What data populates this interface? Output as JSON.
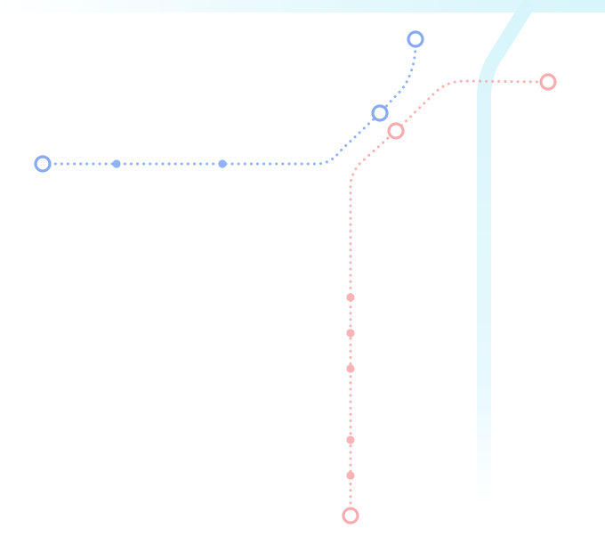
{
  "map": {
    "colors": {
      "river": "#d7f5fb",
      "blue_line": "#8fb2f7",
      "blue_station_ring": "#88aaf5",
      "pink_line": "#f7b3b6",
      "pink_station_ring": "#f6adb0",
      "background": "#ffffff"
    },
    "lines": [
      {
        "id": "blue",
        "style": "dotted",
        "terminals": 2,
        "interchanges": 1,
        "intermediate_stops": 2
      },
      {
        "id": "pink",
        "style": "dotted",
        "terminals": 2,
        "interchanges": 1,
        "intermediate_stops": 5
      }
    ],
    "water_features": [
      {
        "id": "river",
        "style": "faded-band"
      }
    ]
  }
}
